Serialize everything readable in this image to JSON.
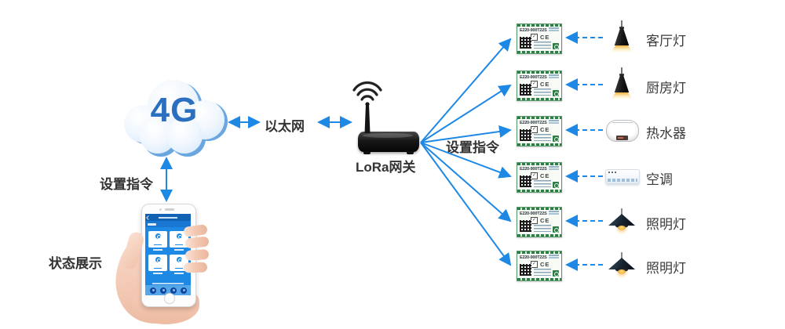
{
  "labels": {
    "cloud": "4G",
    "ethernet": "以太网",
    "gateway": "LoRa网关",
    "gateway_command": "设置指令",
    "phone_command": "设置指令",
    "status_display": "状态展示"
  },
  "modules": {
    "model": "E220-900T22S",
    "ce_mark": "CE"
  },
  "icons": {
    "check": "✓"
  },
  "devices": [
    {
      "name": "客厅灯",
      "icon": "pendant-light"
    },
    {
      "name": "厨房灯",
      "icon": "pendant-light"
    },
    {
      "name": "热水器",
      "icon": "water-heater"
    },
    {
      "name": "空调",
      "icon": "air-conditioner"
    },
    {
      "name": "照明灯",
      "icon": "cone-lamp"
    },
    {
      "name": "照明灯",
      "icon": "cone-lamp"
    }
  ],
  "colors": {
    "arrow_blue": "#1e88e5",
    "cloud_text_blue": "#2a6fc0",
    "label_text": "#333333",
    "module_green": "#2e7d46",
    "app_blue": "#1e88e5"
  }
}
